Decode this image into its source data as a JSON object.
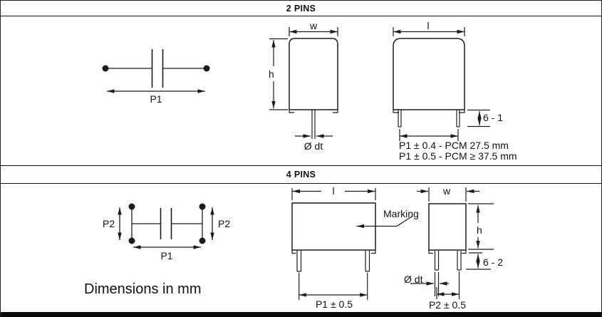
{
  "page": {
    "title_2pins": "2 PINS",
    "title_4pins": "4 PINS",
    "units_note": "Dimensions in mm",
    "line_color": "#1c1c1c"
  },
  "two_pins": {
    "schematic": {
      "pitch": "P1"
    },
    "side_view": {
      "width": "w",
      "height": "h",
      "lead_diameter": "Ø dt"
    },
    "front_view": {
      "length": "l",
      "lead_length": "6 - 1",
      "pcm_note_line1": "P1 ± 0.4 - PCM 27.5 mm",
      "pcm_note_line2": "P1 ± 0.5 - PCM ≥ 37.5 mm"
    }
  },
  "four_pins": {
    "schematic": {
      "pitch": "P1",
      "pitch2_left": "P2",
      "pitch2_right": "P2"
    },
    "front_view": {
      "length": "l",
      "marking": "Marking",
      "pitch_tol": "P1 ± 0.5"
    },
    "side_view": {
      "width": "w",
      "height": "h",
      "lead_length": "6 - 2",
      "lead_diameter": "Ø dt",
      "pitch2_tol": "P2 ± 0.5"
    }
  }
}
